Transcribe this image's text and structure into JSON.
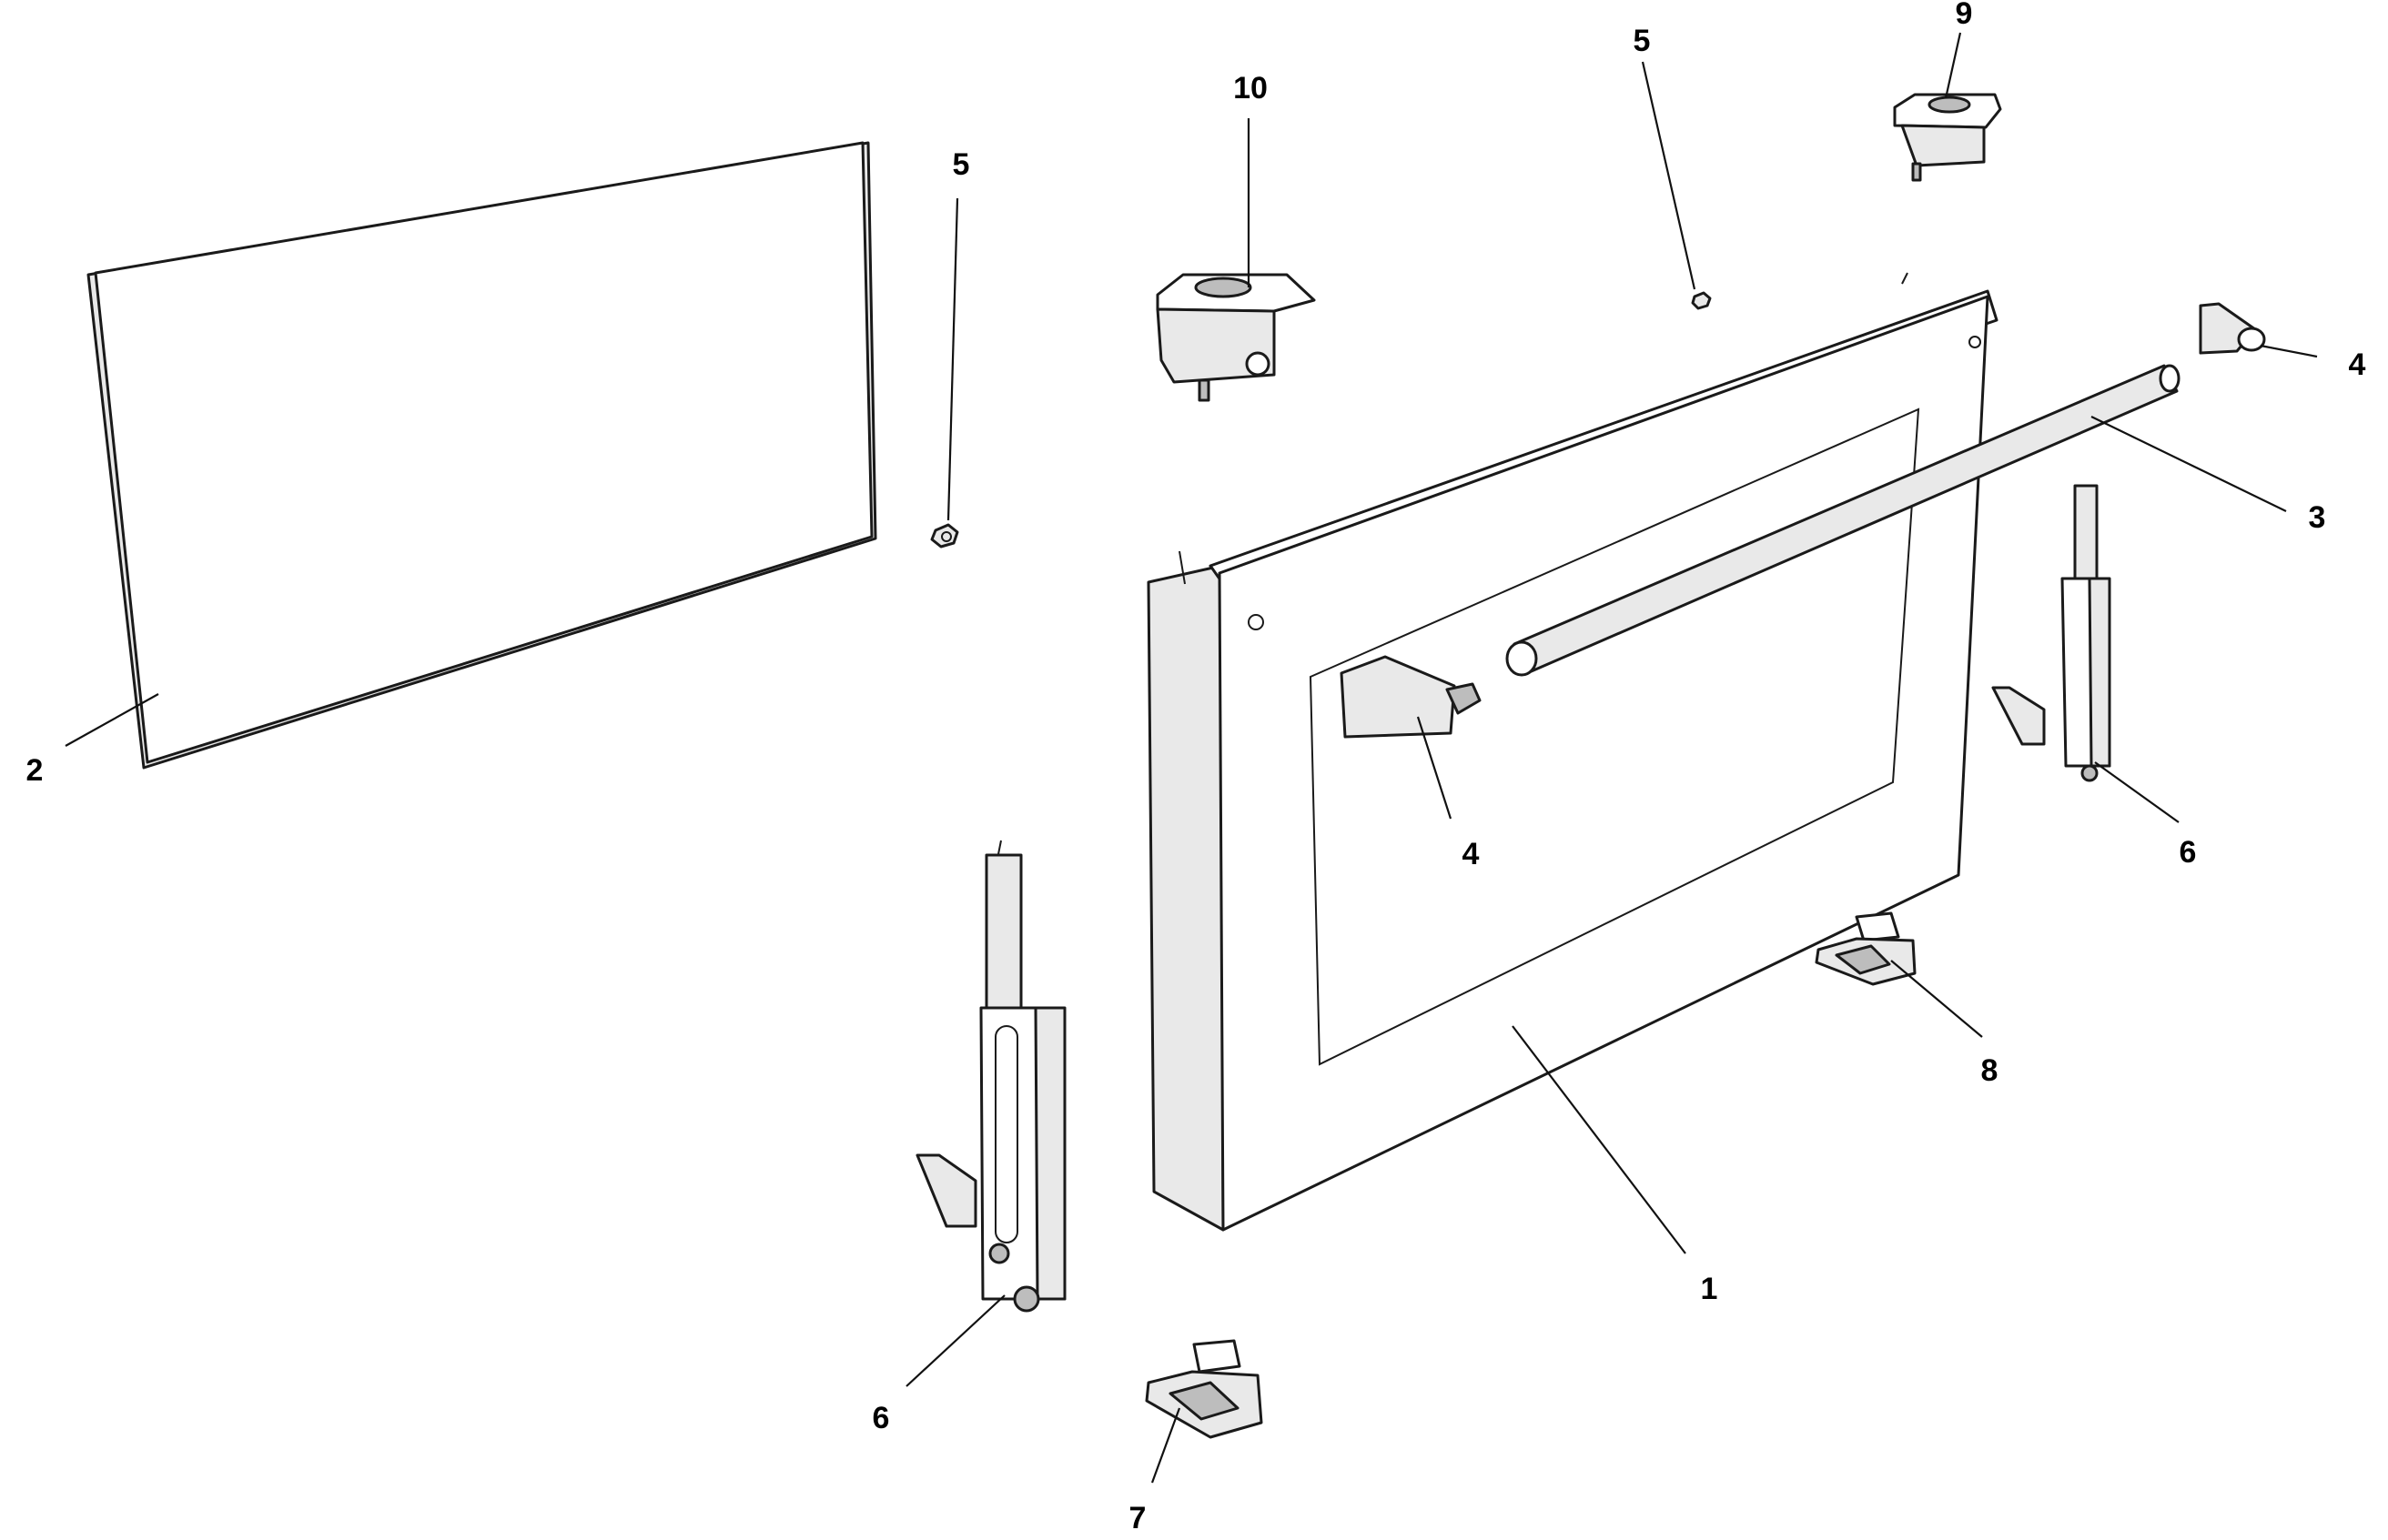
{
  "callouts": {
    "c1": "1",
    "c2": "2",
    "c3": "3",
    "c4a": "4",
    "c4b": "4",
    "c5a": "5",
    "c5b": "5",
    "c6a": "6",
    "c6b": "6",
    "c7": "7",
    "c8": "8",
    "c9": "9",
    "c10": "10"
  },
  "colors": {
    "line": "#1a1a1a",
    "background": "#ffffff",
    "shade": "#e9e9e9"
  }
}
